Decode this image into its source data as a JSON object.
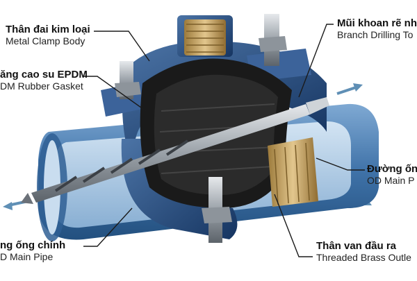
{
  "labels": {
    "clamp_body": {
      "vi": "Thân đai kim loại",
      "en": "Metal Clamp Body"
    },
    "gasket": {
      "vi": "ăng cao su EPDM",
      "en": "DM Rubber Gasket"
    },
    "drill": {
      "vi": "Mũi khoan rẽ nha",
      "en": "Branch Drilling To"
    },
    "od_pipe_right": {
      "vi": "Đường ống",
      "en": "OD Main P"
    },
    "main_pipe_left": {
      "vi": "ng ống chính",
      "en": "D Main Pipe"
    },
    "brass_outlet": {
      "vi": "Thân van đầu ra",
      "en": "Threaded Brass Outle"
    }
  },
  "colors": {
    "pipe": "#3f72a8",
    "pipe_inner": "#a9c8e6",
    "clamp": "#1f3f73",
    "rubber": "#1a1a1a",
    "brass": "#c9a86a",
    "steel": "#b7bcc2",
    "arrow": "#5f8fb5"
  },
  "icons": {
    "flow_arrow": "arrow-icon",
    "bolt": "bolt-icon",
    "drill_bit": "drill-bit-icon"
  }
}
